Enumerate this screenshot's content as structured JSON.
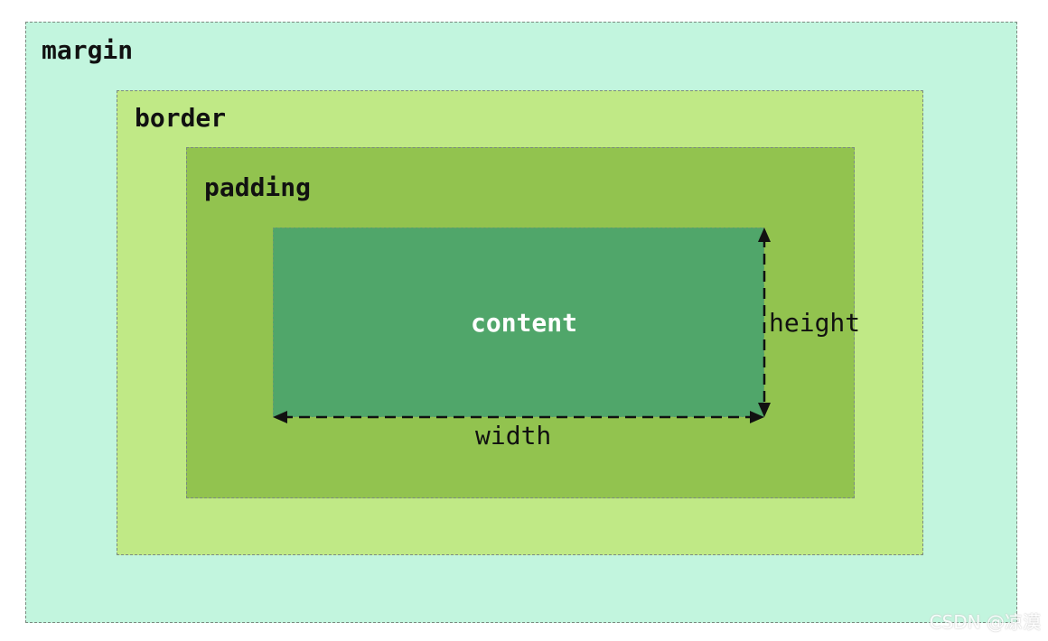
{
  "diagram": {
    "layers": {
      "margin": "margin",
      "border": "border",
      "padding": "padding",
      "content": "content"
    },
    "dimensions": {
      "height": "height",
      "width": "width"
    },
    "colors": {
      "margin": "#c2f5de",
      "border": "#c0e986",
      "padding": "#92c34f",
      "content": "#50a66a"
    }
  },
  "watermark": "CSDN @凉漠"
}
